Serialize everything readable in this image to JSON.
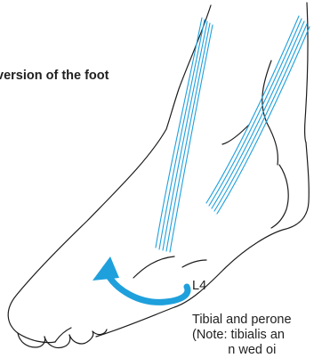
{
  "figure": {
    "title": "version of the foot",
    "level": "L4",
    "description_lines": [
      "Tibial and perone",
      "(Note: tibialis an",
      "          n wed oi"
    ]
  },
  "icons": {
    "motion_arrow": "curved-arrow-icon"
  },
  "colors": {
    "outline": "#1c1c1c",
    "tendon": "#1ea0dc",
    "arrow": "#1ea0dc",
    "text": "#1f1f1f"
  }
}
